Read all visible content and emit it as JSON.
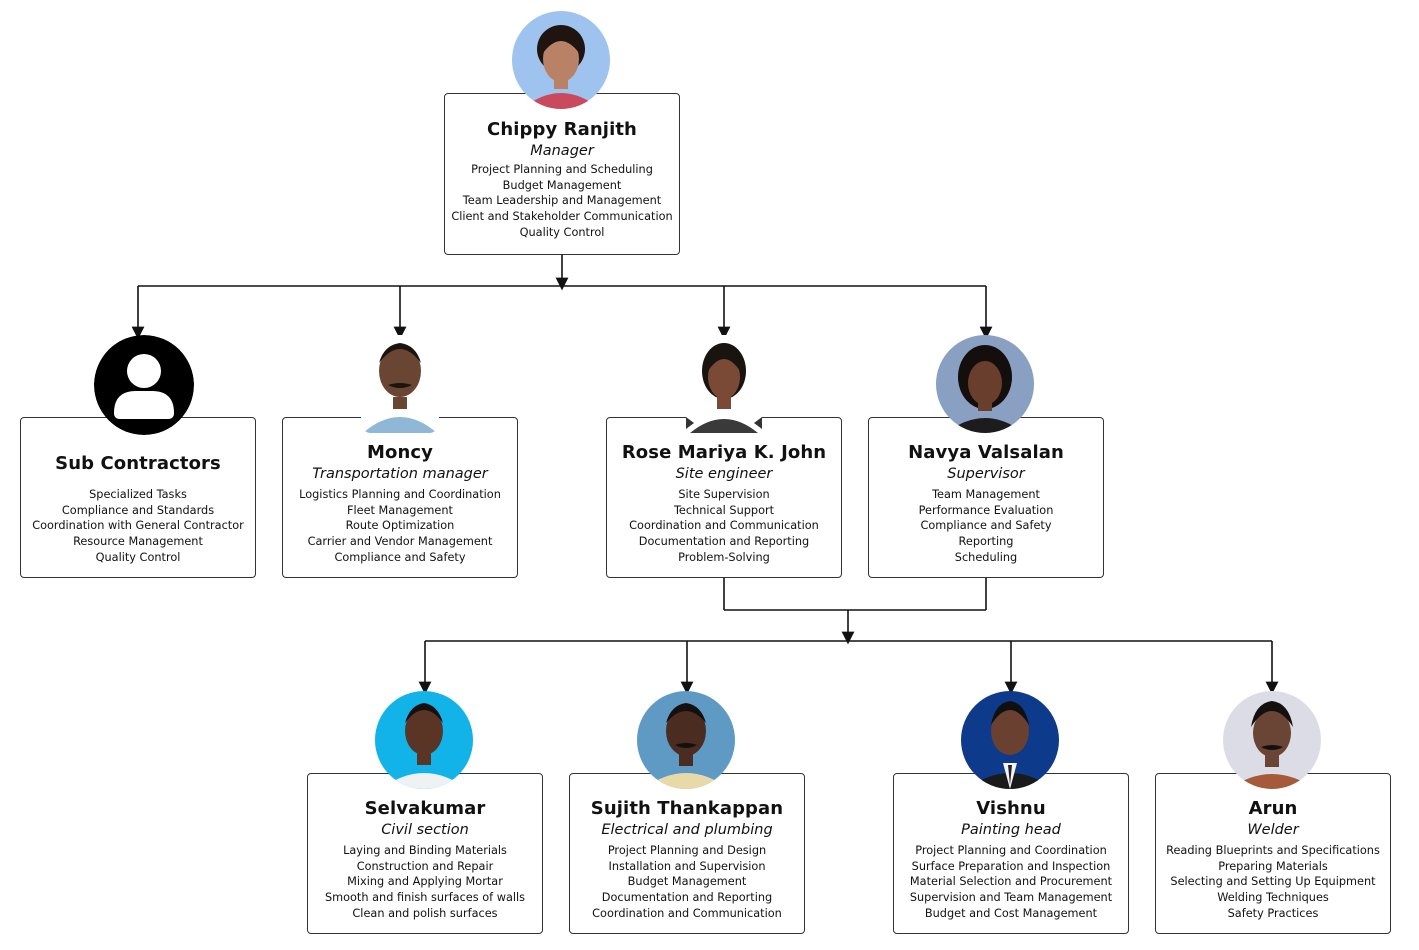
{
  "manager": {
    "name": "Chippy Ranjith",
    "role": "Manager",
    "duties": [
      "Project Planning and Scheduling",
      "Budget Management",
      "Team Leadership and Management",
      "Client and Stakeholder Communication",
      "Quality Control"
    ]
  },
  "subcontractors": {
    "name": "Sub Contractors",
    "duties": [
      "Specialized Tasks",
      "Compliance and Standards",
      "Coordination with General Contractor",
      "Resource Management",
      "Quality Control"
    ],
    "icon": "user-icon"
  },
  "moncy": {
    "name": "Moncy",
    "role": "Transportation manager",
    "duties": [
      "Logistics Planning and Coordination",
      "Fleet Management",
      "Route Optimization",
      "Carrier and Vendor Management",
      "Compliance and Safety"
    ]
  },
  "rose": {
    "name": "Rose Mariya K. John",
    "role": "Site engineer",
    "duties": [
      "Site Supervision",
      "Technical Support",
      "Coordination and Communication",
      "Documentation and Reporting",
      "Problem-Solving"
    ]
  },
  "navya": {
    "name": "Navya Valsalan",
    "role": "Supervisor",
    "duties": [
      "Team Management",
      "Performance Evaluation",
      "Compliance and Safety",
      "Reporting",
      "Scheduling"
    ]
  },
  "selvakumar": {
    "name": "Selvakumar",
    "role": "Civil section",
    "duties": [
      "Laying and Binding Materials",
      "Construction and Repair",
      "Mixing and Applying Mortar",
      "Smooth and finish surfaces of walls",
      "Clean and polish surfaces"
    ]
  },
  "sujith": {
    "name": "Sujith Thankappan",
    "role": "Electrical and plumbing",
    "duties": [
      "Project Planning and Design",
      "Installation and Supervision",
      "Budget Management",
      "Documentation and Reporting",
      "Coordination and Communication"
    ]
  },
  "vishnu": {
    "name": "Vishnu",
    "role": "Painting head",
    "duties": [
      "Project Planning and Coordination",
      "Surface Preparation and Inspection",
      "Material Selection and Procurement",
      "Supervision and Team Management",
      "Budget and Cost Management"
    ]
  },
  "arun": {
    "name": "Arun",
    "role": "Welder",
    "duties": [
      "Reading Blueprints and Specifications",
      "Preparing Materials",
      "Selecting and Setting Up Equipment",
      "Welding Techniques",
      "Safety Practices"
    ]
  },
  "colors": {
    "line": "#111111",
    "card_border": "#333333",
    "icon_dark": "#000000"
  }
}
